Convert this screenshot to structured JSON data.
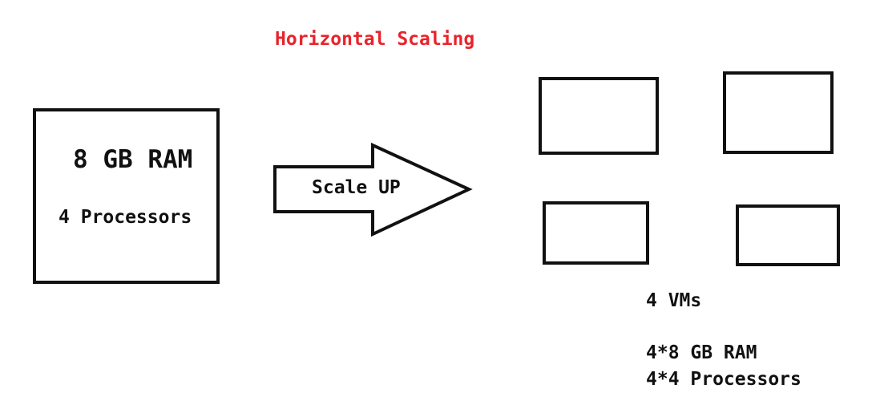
{
  "title": "Horizontal Scaling",
  "source_machine": {
    "ram": "8 GB RAM",
    "processors": "4 Processors"
  },
  "arrow_label": "Scale UP",
  "result": {
    "vm_count": "4 VMs",
    "total_ram": "4*8 GB RAM",
    "total_processors": "4*4 Processors"
  },
  "colors": {
    "title": "#e8232b",
    "stroke": "#111111"
  }
}
